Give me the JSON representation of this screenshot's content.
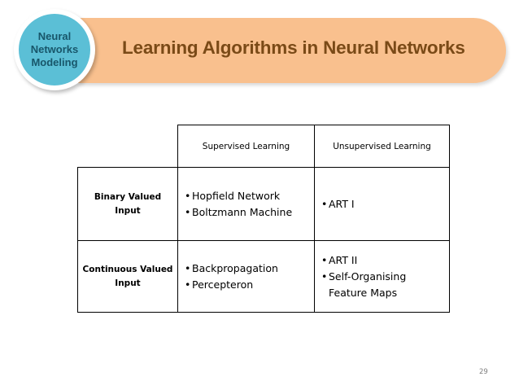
{
  "header": {
    "title": "Learning Algorithms in Neural Networks",
    "badge_lines": [
      "Neural",
      "Networks",
      "Modeling"
    ]
  },
  "table": {
    "columns": [
      "Supervised Learning",
      "Unsupervised Learning"
    ],
    "rows": [
      {
        "label_lines": [
          "Binary Valued",
          "Input"
        ],
        "supervised": [
          "Hopfield Network",
          "Boltzmann Machine"
        ],
        "unsupervised": [
          "ART I"
        ]
      },
      {
        "label_lines": [
          "Continuous Valued",
          "Input"
        ],
        "supervised": [
          "Backpropagation",
          "Percepteron"
        ],
        "unsupervised": [
          "ART II",
          "Self-Organising",
          "Feature Maps"
        ]
      }
    ]
  },
  "bullet_glyph": "•",
  "page_number": "29",
  "colors": {
    "banner": "#f9c08e",
    "title_text": "#7a4a17",
    "badge": "#5bbfd6",
    "badge_text": "#18566a"
  }
}
